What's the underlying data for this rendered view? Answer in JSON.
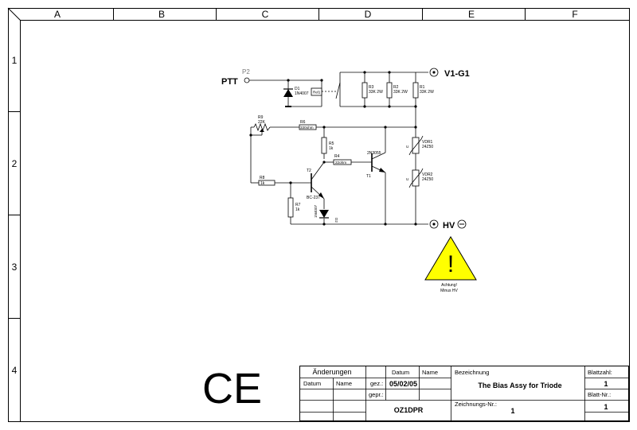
{
  "frame": {
    "columns": [
      "A",
      "B",
      "C",
      "D",
      "E",
      "F"
    ],
    "rows": [
      "1",
      "2",
      "3",
      "4"
    ]
  },
  "schematic": {
    "nets": {
      "ptt": "PTT",
      "ptt_pin": "P2",
      "v1g1": "V1-G1",
      "hv": "HV"
    },
    "components": {
      "d1": {
        "ref": "D1",
        "value": "1N4007"
      },
      "rel1": {
        "ref": "Rel1"
      },
      "r3": {
        "ref": "R3",
        "value": "33K 2W"
      },
      "r2": {
        "ref": "R2",
        "value": "33K 2W"
      },
      "r1": {
        "ref": "R1",
        "value": "33K 2W"
      },
      "r9": {
        "ref": "R9",
        "value": "22K"
      },
      "r6": {
        "ref": "R6",
        "value": "330ohm"
      },
      "r5": {
        "ref": "R5",
        "value": "1k"
      },
      "r4": {
        "ref": "R4",
        "value": "22ohm"
      },
      "t1": {
        "ref": "T1",
        "value": "2N3055"
      },
      "t2": {
        "ref": "T2",
        "value": "BC-237"
      },
      "r8": {
        "ref": "R8",
        "value": "1k"
      },
      "r7": {
        "ref": "R7",
        "value": "1k"
      },
      "d2": {
        "ref": "D2",
        "value": "1N4007"
      },
      "vdr1": {
        "ref": "VDR1",
        "value": "24Z50"
      },
      "vdr2": {
        "ref": "VDR2",
        "value": "24Z50"
      }
    },
    "warning": {
      "symbol": "!",
      "line1": "Achtung!",
      "line2": "Minus HV",
      "color": "#ffff00"
    }
  },
  "logo": {
    "text": "CE"
  },
  "title_block": {
    "aenderungen": "Änderungen",
    "datum_col": "Datum",
    "name_col": "Name",
    "datum_hdr": "Datum",
    "name_hdr": "Name",
    "gez": "gez.:",
    "gez_date": "05/02/05",
    "gepr": "gepr.:",
    "author": "OZ1DPR",
    "bezeichnung_label": "Bezeichnung",
    "title": "The Bias Assy for Triode",
    "zeichnungs_label": "Zeichnungs-Nr.:",
    "zeichnungs_nr": "1",
    "blattzahl_label": "Blattzahl:",
    "blattzahl": "1",
    "blatt_label": "Blatt-Nr.:",
    "blatt_nr": "1"
  }
}
